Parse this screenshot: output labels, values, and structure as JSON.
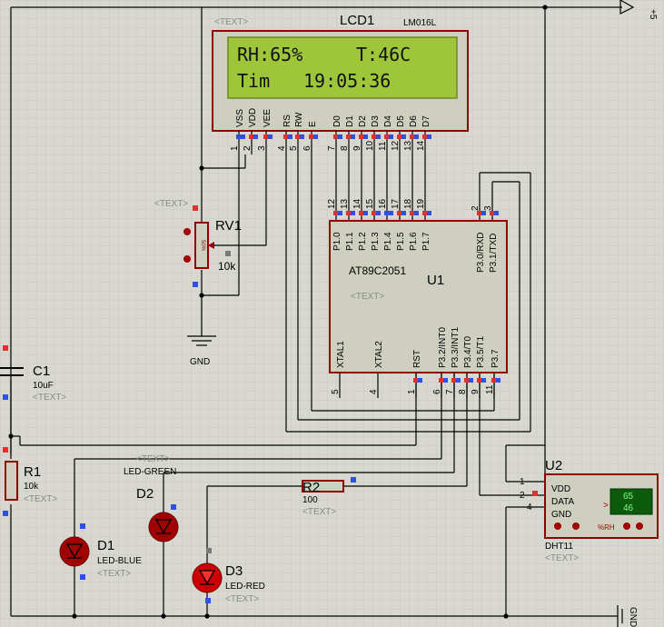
{
  "placeholder": "<TEXT>",
  "lcd": {
    "ref": "LCD1",
    "model": "LM016L",
    "line1_left": "RH:65%",
    "line1_right": "T:46C",
    "line2_left": "Tim",
    "line2_right": "19:05:36",
    "pin_names": [
      "VSS",
      "VDD",
      "VEE",
      "RS",
      "RW",
      "E",
      "D0",
      "D1",
      "D2",
      "D3",
      "D4",
      "D5",
      "D6",
      "D7"
    ],
    "pin_numbers": [
      "1",
      "2",
      "3",
      "4",
      "5",
      "6",
      "7",
      "8",
      "9",
      "10",
      "11",
      "12",
      "13",
      "14"
    ]
  },
  "rv1": {
    "ref": "RV1",
    "value": "10k",
    "percent": "50%"
  },
  "gnd_label": "GND",
  "supply_label": "+5",
  "c1": {
    "ref": "C1",
    "value": "10uF"
  },
  "r1": {
    "ref": "R1",
    "value": "10k"
  },
  "r2": {
    "ref": "R2",
    "value": "100"
  },
  "mcu": {
    "ref": "U1",
    "model": "AT89C2051",
    "p1_pins": [
      "P1.0",
      "P1.1",
      "P1.2",
      "P1.3",
      "P1.4",
      "P1.5",
      "P1.6",
      "P1.7"
    ],
    "p1_numbers": [
      "12",
      "13",
      "14",
      "15",
      "16",
      "17",
      "18",
      "19"
    ],
    "p3_top_pins": [
      "P3.0/RXD",
      "P3.1/TXD"
    ],
    "p3_top_numbers": [
      "2",
      "3"
    ],
    "bottom_pins": [
      "XTAL1",
      "XTAL2",
      "RST",
      "P3.2/INT0",
      "P3.3/INT1",
      "P3.4/T0",
      "P3.5/T1",
      "P3.7"
    ],
    "bottom_numbers": [
      "5",
      "4",
      "1",
      "6",
      "7",
      "8",
      "9",
      "11"
    ]
  },
  "d1": {
    "ref": "D1",
    "model": "LED-BLUE"
  },
  "d2": {
    "ref": "D2",
    "model": "LED-GREEN"
  },
  "d3": {
    "ref": "D3",
    "model": "LED-RED"
  },
  "dht": {
    "ref": "U2",
    "model": "DHT11",
    "pin_vdd": "VDD",
    "pin_data": "DATA",
    "pin_gnd": "GND",
    "pin_numbers": [
      "1",
      "2",
      "4"
    ],
    "display_top": "65",
    "display_bottom": "46",
    "rh_label": "%RH",
    "arrow": ">"
  },
  "colors": {
    "background": "#d8d8d0",
    "wire": "#000000",
    "component_outline": "#8b0000",
    "component_fill": "#cfcfc0",
    "lcd_screen": "#9dc63a",
    "led_red": "#cc0000",
    "pin_red": "#e03030",
    "pin_blue": "#3050e0",
    "dht_display": "#0c5a0c"
  }
}
